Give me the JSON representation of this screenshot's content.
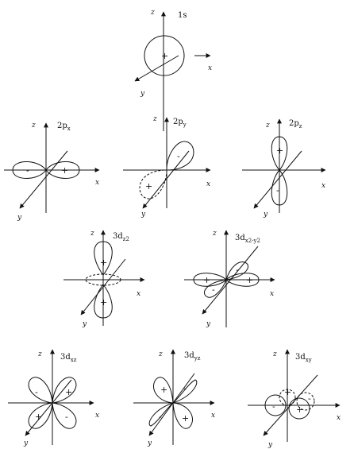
{
  "figure": {
    "orbitals": [
      {
        "id": "1s",
        "label": "1s",
        "axes": [
          "z",
          "x",
          "y"
        ],
        "signs": [
          "+"
        ]
      },
      {
        "id": "2px",
        "label": "2p",
        "sub": "x",
        "axes": [
          "z",
          "x",
          "y"
        ],
        "signs": [
          "-",
          "+"
        ]
      },
      {
        "id": "2py",
        "label": "2p",
        "sub": "y",
        "axes": [
          "z",
          "x",
          "y"
        ],
        "signs": [
          "-",
          "+"
        ]
      },
      {
        "id": "2pz",
        "label": "2p",
        "sub": "z",
        "axes": [
          "z",
          "x",
          "y"
        ],
        "signs": [
          "+",
          "-"
        ]
      },
      {
        "id": "3dz2",
        "label": "3d",
        "sub": "z2",
        "axes": [
          "z",
          "x",
          "y"
        ],
        "signs": [
          "+",
          "-",
          "+"
        ]
      },
      {
        "id": "3dx2y2",
        "label": "3d",
        "sub": "x2-y2",
        "axes": [
          "z",
          "x",
          "y"
        ],
        "signs": [
          "+",
          "-",
          "-",
          "+"
        ]
      },
      {
        "id": "3dxz",
        "label": "3d",
        "sub": "xz",
        "axes": [
          "z",
          "x",
          "y"
        ],
        "signs": [
          "-",
          "+",
          "+",
          "-"
        ]
      },
      {
        "id": "3dyz",
        "label": "3d",
        "sub": "yz",
        "axes": [
          "z",
          "x",
          "y"
        ],
        "signs": [
          "+",
          "-",
          "-",
          "+"
        ]
      },
      {
        "id": "3dxy",
        "label": "3d",
        "sub": "xy",
        "axes": [
          "z",
          "x",
          "y"
        ],
        "signs": [
          "+",
          "-",
          "+",
          "-"
        ]
      }
    ]
  }
}
